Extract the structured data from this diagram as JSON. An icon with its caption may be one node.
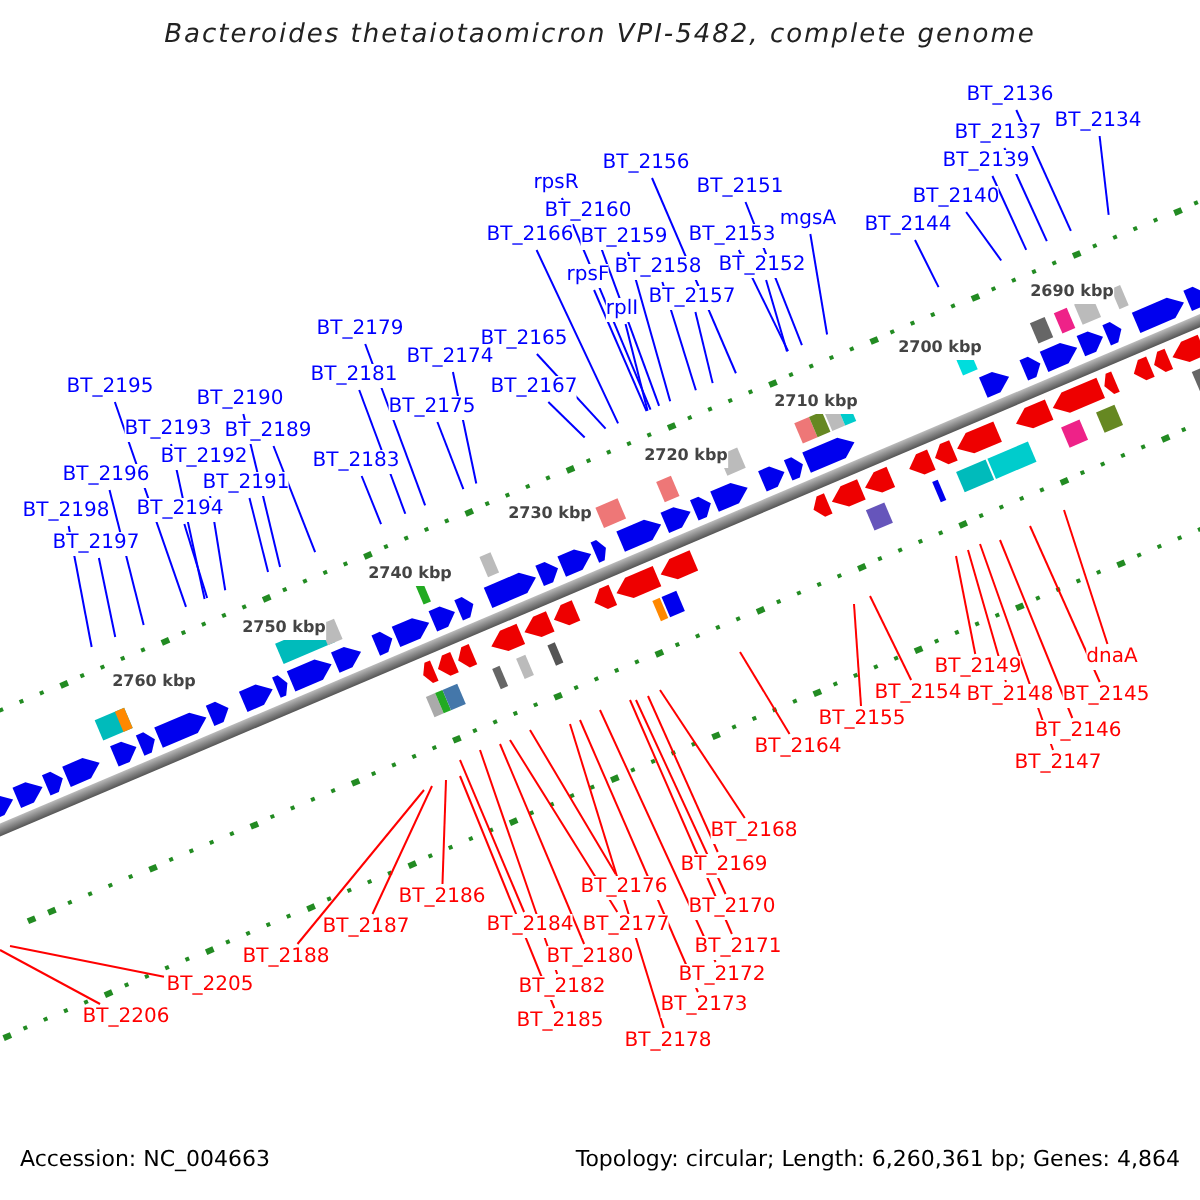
{
  "diagram": {
    "title": "Bacteroides thetaiotaomicron VPI-5482, complete genome",
    "nodes": [
      {
        "text": [
          "BT_2136"
        ]
      },
      {
        "text": [
          "BT_2134"
        ]
      },
      {
        "text": [
          "BT_2137"
        ]
      },
      {
        "text": [
          "BT_2139"
        ]
      },
      {
        "text": [
          "BT_2156"
        ]
      },
      {
        "text": [
          "rpsR"
        ]
      },
      {
        "text": [
          "BT_2151"
        ]
      },
      {
        "text": [
          "BT_2140"
        ]
      },
      {
        "text": [
          "BT_2160"
        ]
      },
      {
        "text": [
          "mgsA"
        ]
      },
      {
        "text": [
          "BT_2144"
        ]
      },
      {
        "text": [
          "BT_2166"
        ]
      },
      {
        "text": [
          "BT_2159"
        ]
      },
      {
        "text": [
          "BT_2153"
        ]
      },
      {
        "text": [
          "BT_2152"
        ]
      },
      {
        "text": [
          "BT_2158"
        ]
      },
      {
        "text": [
          "rpsF"
        ]
      },
      {
        "text": [
          "BT_2157"
        ]
      },
      {
        "text": [
          "rplI"
        ]
      },
      {
        "text": [
          "BT_2179"
        ]
      },
      {
        "text": [
          "BT_2165"
        ]
      },
      {
        "text": [
          "BT_2174"
        ]
      },
      {
        "text": [
          "BT_2181"
        ]
      },
      {
        "text": [
          "BT_2195"
        ]
      },
      {
        "text": [
          "BT_2167"
        ]
      },
      {
        "text": [
          "BT_2190"
        ]
      },
      {
        "text": [
          "BT_2175"
        ]
      },
      {
        "text": [
          "BT_2193"
        ]
      },
      {
        "text": [
          "BT_2189"
        ]
      },
      {
        "text": [
          "BT_2192"
        ]
      },
      {
        "text": [
          "BT_2183"
        ]
      },
      {
        "text": [
          "BT_2196"
        ]
      },
      {
        "text": [
          "BT_2191"
        ]
      },
      {
        "text": [
          "BT_2194"
        ]
      },
      {
        "text": [
          "BT_2198"
        ]
      },
      {
        "text": [
          "BT_2197"
        ]
      },
      {
        "text": [
          "dnaA"
        ]
      },
      {
        "text": [
          "BT_2149"
        ]
      },
      {
        "text": [
          "BT_2154"
        ]
      },
      {
        "text": [
          "BT_2148"
        ]
      },
      {
        "text": [
          "BT_2145"
        ]
      },
      {
        "text": [
          "BT_2155"
        ]
      },
      {
        "text": [
          "BT_2146"
        ]
      },
      {
        "text": [
          "BT_2164"
        ]
      },
      {
        "text": [
          "BT_2147"
        ]
      },
      {
        "text": [
          "BT_2168"
        ]
      },
      {
        "text": [
          "BT_2169"
        ]
      },
      {
        "text": [
          "BT_2176"
        ]
      },
      {
        "text": [
          "BT_2186"
        ]
      },
      {
        "text": [
          "BT_2170"
        ]
      },
      {
        "text": [
          "BT_2177"
        ]
      },
      {
        "text": [
          "BT_2184"
        ]
      },
      {
        "text": [
          "BT_2187"
        ]
      },
      {
        "text": [
          "BT_2171"
        ]
      },
      {
        "text": [
          "BT_2180"
        ]
      },
      {
        "text": [
          "BT_2188"
        ]
      },
      {
        "text": [
          "BT_2172"
        ]
      },
      {
        "text": [
          "BT_2205"
        ]
      },
      {
        "text": [
          "BT_2182"
        ]
      },
      {
        "text": [
          "BT_2173"
        ]
      },
      {
        "text": [
          "BT_2206"
        ]
      },
      {
        "text": [
          "BT_2185"
        ]
      },
      {
        "text": [
          "BT_2178"
        ]
      }
    ],
    "edges": [
      {
        "from": 0,
        "to": null,
        "arrow": "none"
      },
      {
        "from": 1,
        "to": null,
        "arrow": "none"
      },
      {
        "from": 2,
        "to": null,
        "arrow": "none"
      },
      {
        "from": 3,
        "to": null,
        "arrow": "none"
      },
      {
        "from": 4,
        "to": null,
        "arrow": "none"
      },
      {
        "from": 5,
        "to": null,
        "arrow": "none"
      },
      {
        "from": 6,
        "to": null,
        "arrow": "none"
      },
      {
        "from": 7,
        "to": null,
        "arrow": "none"
      },
      {
        "from": 8,
        "to": null,
        "arrow": "none"
      },
      {
        "from": 9,
        "to": null,
        "arrow": "none"
      },
      {
        "from": 10,
        "to": null,
        "arrow": "none"
      },
      {
        "from": 11,
        "to": null,
        "arrow": "none"
      },
      {
        "from": 12,
        "to": null,
        "arrow": "none"
      },
      {
        "from": 13,
        "to": null,
        "arrow": "none"
      },
      {
        "from": 14,
        "to": null,
        "arrow": "none"
      },
      {
        "from": 15,
        "to": null,
        "arrow": "none"
      },
      {
        "from": 16,
        "to": null,
        "arrow": "none"
      },
      {
        "from": 17,
        "to": null,
        "arrow": "none"
      },
      {
        "from": 18,
        "to": null,
        "arrow": "none"
      },
      {
        "from": 19,
        "to": null,
        "arrow": "none"
      },
      {
        "from": 20,
        "to": null,
        "arrow": "none"
      },
      {
        "from": 21,
        "to": null,
        "arrow": "none"
      },
      {
        "from": 22,
        "to": null,
        "arrow": "none"
      },
      {
        "from": 23,
        "to": null,
        "arrow": "none"
      },
      {
        "from": 24,
        "to": null,
        "arrow": "none"
      },
      {
        "from": 25,
        "to": null,
        "arrow": "none"
      },
      {
        "from": 26,
        "to": null,
        "arrow": "none"
      },
      {
        "from": 27,
        "to": null,
        "arrow": "none"
      },
      {
        "from": 28,
        "to": null,
        "arrow": "none"
      },
      {
        "from": 29,
        "to": null,
        "arrow": "none"
      },
      {
        "from": 30,
        "to": null,
        "arrow": "none"
      },
      {
        "from": 31,
        "to": null,
        "arrow": "none"
      },
      {
        "from": 32,
        "to": null,
        "arrow": "none"
      },
      {
        "from": 33,
        "to": null,
        "arrow": "none"
      },
      {
        "from": 34,
        "to": null,
        "arrow": "none"
      },
      {
        "from": 35,
        "to": null,
        "arrow": "none"
      },
      {
        "from": 36,
        "to": null,
        "arrow": "none",
        "color": "#ff0000"
      },
      {
        "from": 37,
        "to": null,
        "arrow": "none",
        "color": "#ff0000"
      },
      {
        "from": 38,
        "to": null,
        "arrow": "none",
        "color": "#ff0000"
      },
      {
        "from": 39,
        "to": null,
        "arrow": "none",
        "color": "#ff0000"
      },
      {
        "from": 40,
        "to": null,
        "arrow": "none",
        "color": "#ff0000"
      },
      {
        "from": 41,
        "to": null,
        "arrow": "none",
        "color": "#ff0000"
      },
      {
        "from": 42,
        "to": null,
        "arrow": "none",
        "color": "#ff0000"
      },
      {
        "from": 43,
        "to": null,
        "arrow": "none",
        "color": "#ff0000"
      },
      {
        "from": 44,
        "to": null,
        "arrow": "none",
        "color": "#ff0000"
      },
      {
        "from": 45,
        "to": null,
        "arrow": "none",
        "color": "#ff0000"
      },
      {
        "from": 46,
        "to": null,
        "arrow": "none",
        "color": "#ff0000"
      },
      {
        "from": 47,
        "to": null,
        "arrow": "none",
        "color": "#ff0000"
      },
      {
        "from": 48,
        "to": null,
        "arrow": "none",
        "color": "#ff0000"
      },
      {
        "from": 49,
        "to": null,
        "arrow": "none",
        "color": "#ff0000"
      },
      {
        "from": 50,
        "to": null,
        "arrow": "none",
        "color": "#ff0000"
      },
      {
        "from": 51,
        "to": null,
        "arrow": "none",
        "color": "#ff0000"
      },
      {
        "from": 52,
        "to": null,
        "arrow": "none",
        "color": "#ff0000"
      },
      {
        "from": 53,
        "to": null,
        "arrow": "none",
        "color": "#ff0000"
      },
      {
        "from": 54,
        "to": null,
        "arrow": "none",
        "color": "#ff0000"
      },
      {
        "from": 55,
        "to": null,
        "arrow": "none",
        "color": "#ff0000"
      },
      {
        "from": 56,
        "to": null,
        "arrow": "none",
        "color": "#ff0000"
      },
      {
        "from": 57,
        "to": null,
        "arrow": "none",
        "color": "#ff0000"
      },
      {
        "from": 58,
        "to": null,
        "arrow": "none",
        "color": "#ff0000"
      },
      {
        "from": 59,
        "to": null,
        "arrow": "none",
        "color": "#ff0000"
      },
      {
        "from": 60,
        "to": null,
        "arrow": "none",
        "color": "#ff0000"
      },
      {
        "from": 61,
        "to": null,
        "arrow": "none",
        "color": "#ff0000"
      },
      {
        "from": 62,
        "to": null,
        "arrow": "none",
        "color": "#ff0000"
      }
    ],
    "labels": [
      "2690 kbp",
      "2700 kbp",
      "2710 kbp",
      "2720 kbp",
      "2730 kbp",
      "2740 kbp",
      "2750 kbp",
      "2760 kbp",
      "Accession: NC_004663",
      "Topology: circular; Length: 6,260,361 bp; Genes: 4,864"
    ]
  }
}
